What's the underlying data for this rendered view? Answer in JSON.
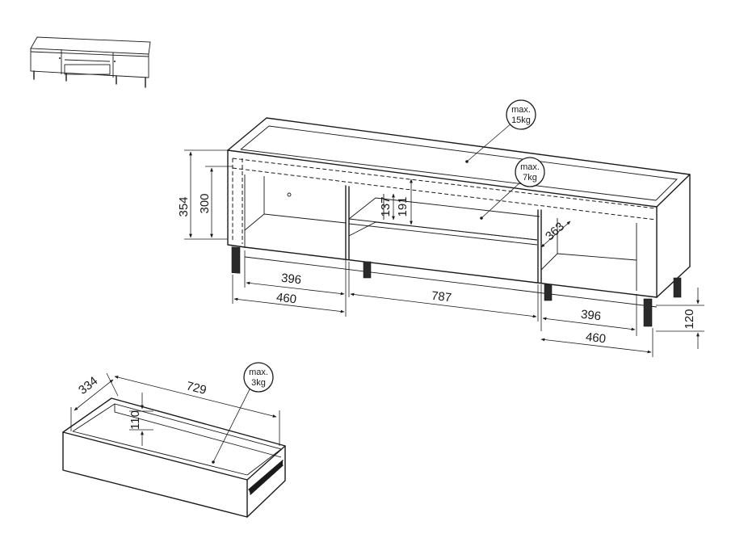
{
  "dimensions": {
    "height_total": "354",
    "height_inner": "300",
    "shelf_gap_small": "137",
    "shelf_gap_large": "191",
    "depth": "363",
    "left_inner_width": "396",
    "left_outer_width": "460",
    "middle_width": "787",
    "right_inner_width": "396",
    "right_outer_width": "460",
    "leg_height": "120",
    "drawer_depth": "334",
    "drawer_width": "729",
    "drawer_height": "110"
  },
  "load_badges": {
    "top": {
      "line1": "max.",
      "line2": "15kg"
    },
    "shelf": {
      "line1": "max.",
      "line2": "7kg"
    },
    "drawer": {
      "line1": "max.",
      "line2": "3kg"
    }
  }
}
